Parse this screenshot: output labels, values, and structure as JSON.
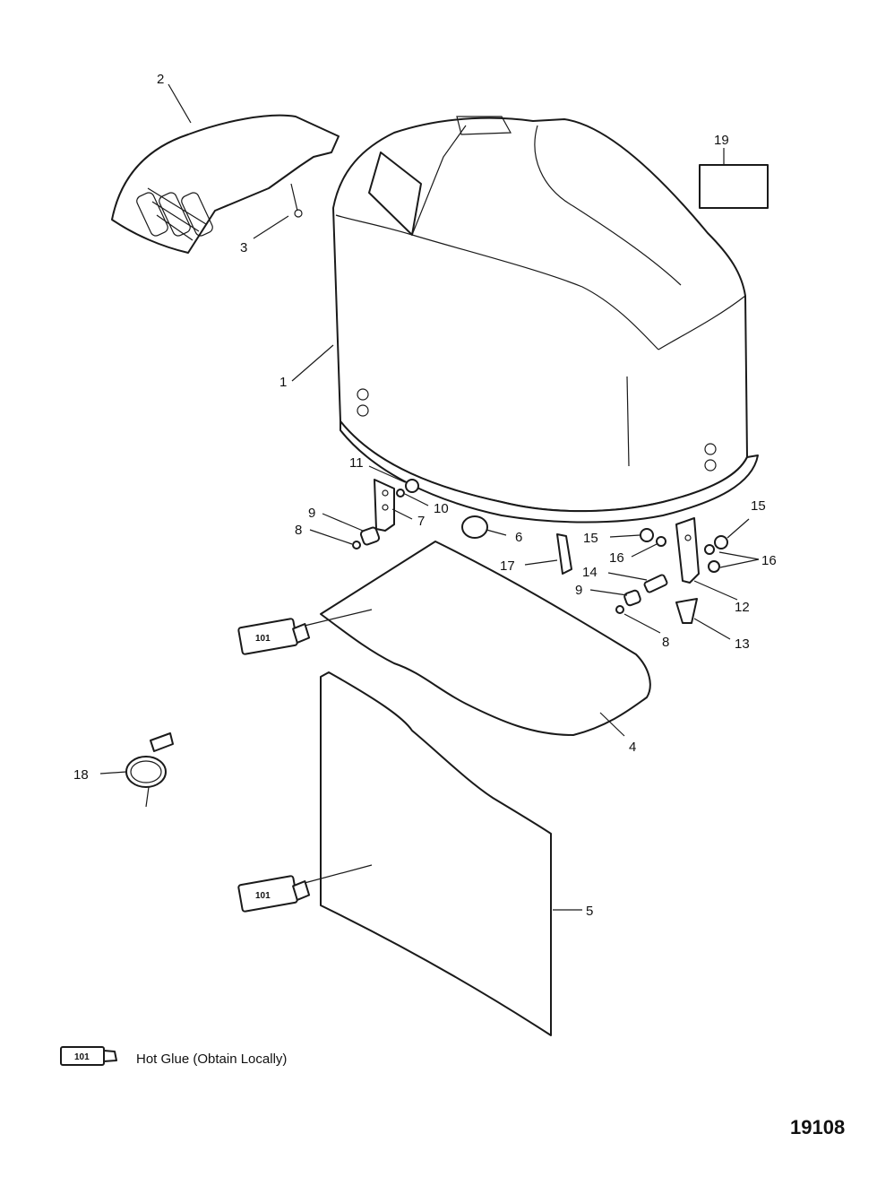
{
  "callouts": {
    "c1": "1",
    "c2": "2",
    "c3": "3",
    "c4": "4",
    "c5": "5",
    "c6": "6",
    "c7": "7",
    "c8a": "8",
    "c8b": "8",
    "c9a": "9",
    "c9b": "9",
    "c10": "10",
    "c11": "11",
    "c12": "12",
    "c13": "13",
    "c14": "14",
    "c15a": "15",
    "c15b": "15",
    "c16a": "16",
    "c16b": "16",
    "c17": "17",
    "c18": "18",
    "c19": "19"
  },
  "tube_label": "101",
  "legend": {
    "tube_label": "101",
    "text": "Hot Glue (Obtain Locally)"
  },
  "document_number": "19108"
}
